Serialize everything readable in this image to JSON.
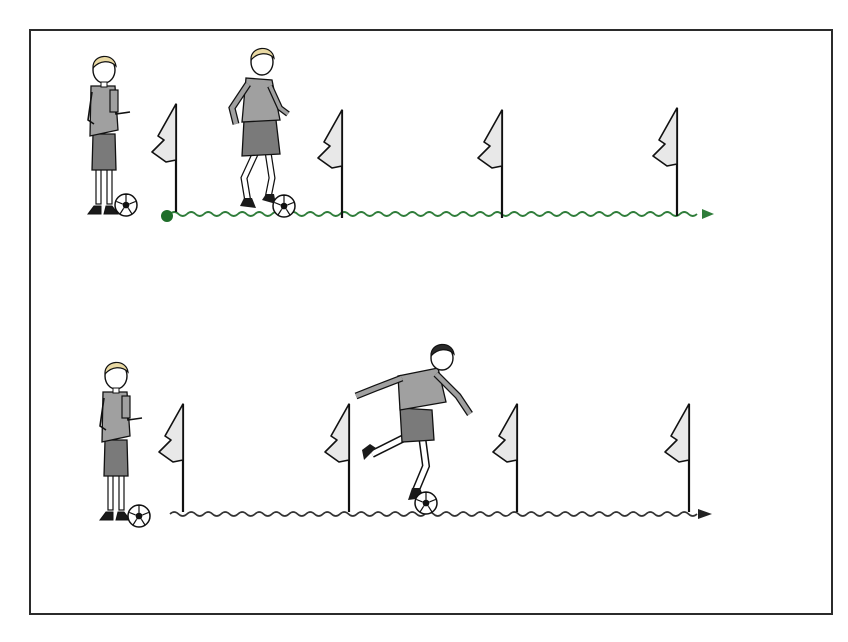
{
  "diagram": {
    "colors": {
      "frame": "#2b2b2b",
      "flag_cloth": "#e8e8e8",
      "path_top": "#2f7d3a",
      "path_bottom": "#333333",
      "start_dot": "#1f6e2a",
      "shirt": "#9a9a9a",
      "shorts": "#777777",
      "hair": "#e9d9a3",
      "skin": "#ffffff",
      "socks": "#ffffff",
      "shoes": "#1a1a1a",
      "ball": "#ffffff"
    },
    "rows": [
      {
        "id": "top",
        "flags": 4,
        "path_color_key": "path_top",
        "start_marker": true,
        "players": [
          "standing-player",
          "dribbling-player"
        ]
      },
      {
        "id": "bottom",
        "flags": 4,
        "path_color_key": "path_bottom",
        "start_marker": false,
        "players": [
          "standing-player",
          "running-player"
        ]
      }
    ],
    "icons": [
      "corner-flag-icon",
      "soccer-ball-icon",
      "arrow-head-icon"
    ]
  }
}
